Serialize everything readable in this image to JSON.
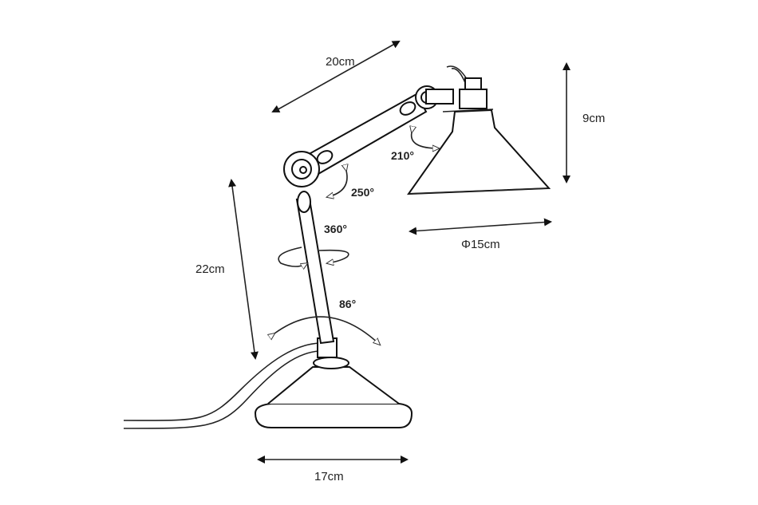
{
  "dimensions": {
    "arm_length": "20cm",
    "shade_height": "9cm",
    "shade_diameter": "Φ15cm",
    "stem_height": "22cm",
    "base_diameter": "17cm"
  },
  "angles": {
    "head": "210°",
    "elbow": "250°",
    "swivel": "360°",
    "base_tilt": "86°"
  },
  "colors": {
    "line": "#222222",
    "background": "#ffffff"
  }
}
